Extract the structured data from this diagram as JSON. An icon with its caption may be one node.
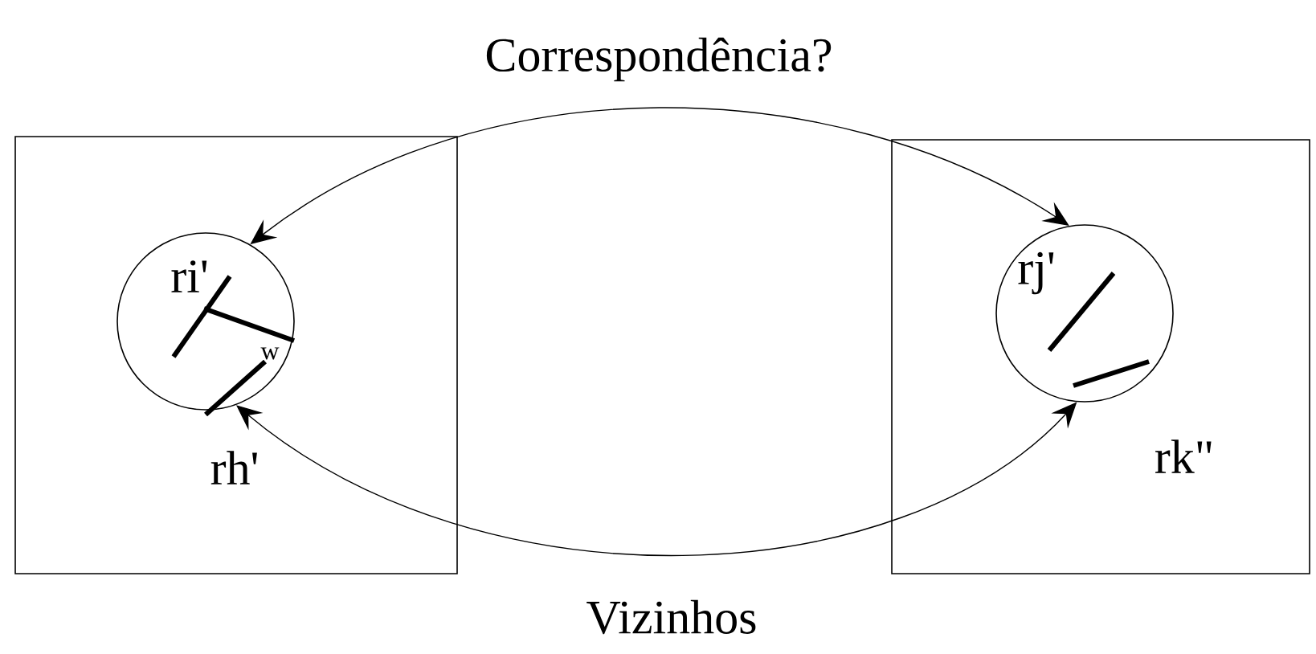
{
  "diagram": {
    "title": "Correspondência?",
    "caption": "Vizinhos",
    "nodes": [
      {
        "text": [],
        "shape": "box"
      },
      {
        "text": [],
        "shape": "circle",
        "in": 0
      },
      {
        "text": [],
        "shape": "box"
      },
      {
        "text": [],
        "shape": "circle",
        "in": 2
      }
    ],
    "edges": [
      {
        "from": 1,
        "to": 3,
        "arrow": "both"
      },
      {
        "from": 1,
        "to": 3,
        "arrow": "both"
      }
    ],
    "labels": [
      "ri'",
      "w",
      "rh'",
      "rj'",
      "rk\""
    ]
  }
}
